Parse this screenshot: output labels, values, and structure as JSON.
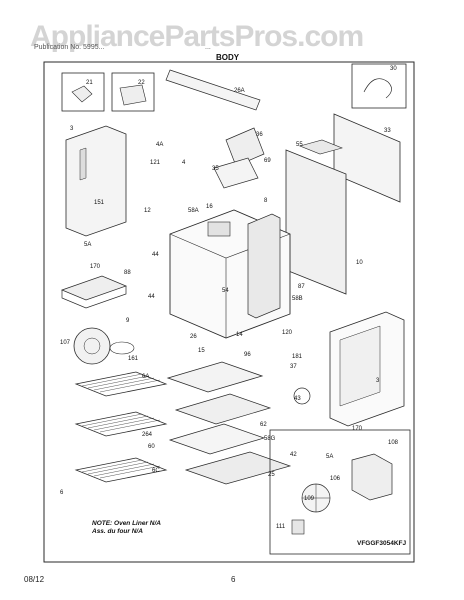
{
  "header": {
    "watermark": "AppliancePartsPros.com",
    "left_text": "Publication No. 5995...",
    "right_text": "...",
    "section": "BODY"
  },
  "note": {
    "line1": "NOTE: Oven Liner N/A",
    "line2": "Ass. du four N/A"
  },
  "model_code": "VFGGF3054KFJ",
  "footer": {
    "date": "08/12",
    "page": "6"
  },
  "callouts": [
    "21",
    "22",
    "26A",
    "30",
    "3",
    "4A",
    "36",
    "33",
    "55",
    "121",
    "4",
    "35",
    "69",
    "151",
    "8",
    "12",
    "58A",
    "16",
    "5A",
    "170",
    "44",
    "54",
    "10",
    "88",
    "44",
    "87",
    "58B",
    "9",
    "26",
    "14",
    "120",
    "107",
    "15",
    "181",
    "161",
    "96",
    "37",
    "3",
    "6A",
    "43",
    "62",
    "264",
    "58G",
    "170",
    "60",
    "6C",
    "5A",
    "108",
    "42",
    "25",
    "106",
    "109",
    "111",
    "6"
  ],
  "colors": {
    "line": "#2a2a2a",
    "fill": "#f4f4f4",
    "accent": "#cfcfcf"
  }
}
